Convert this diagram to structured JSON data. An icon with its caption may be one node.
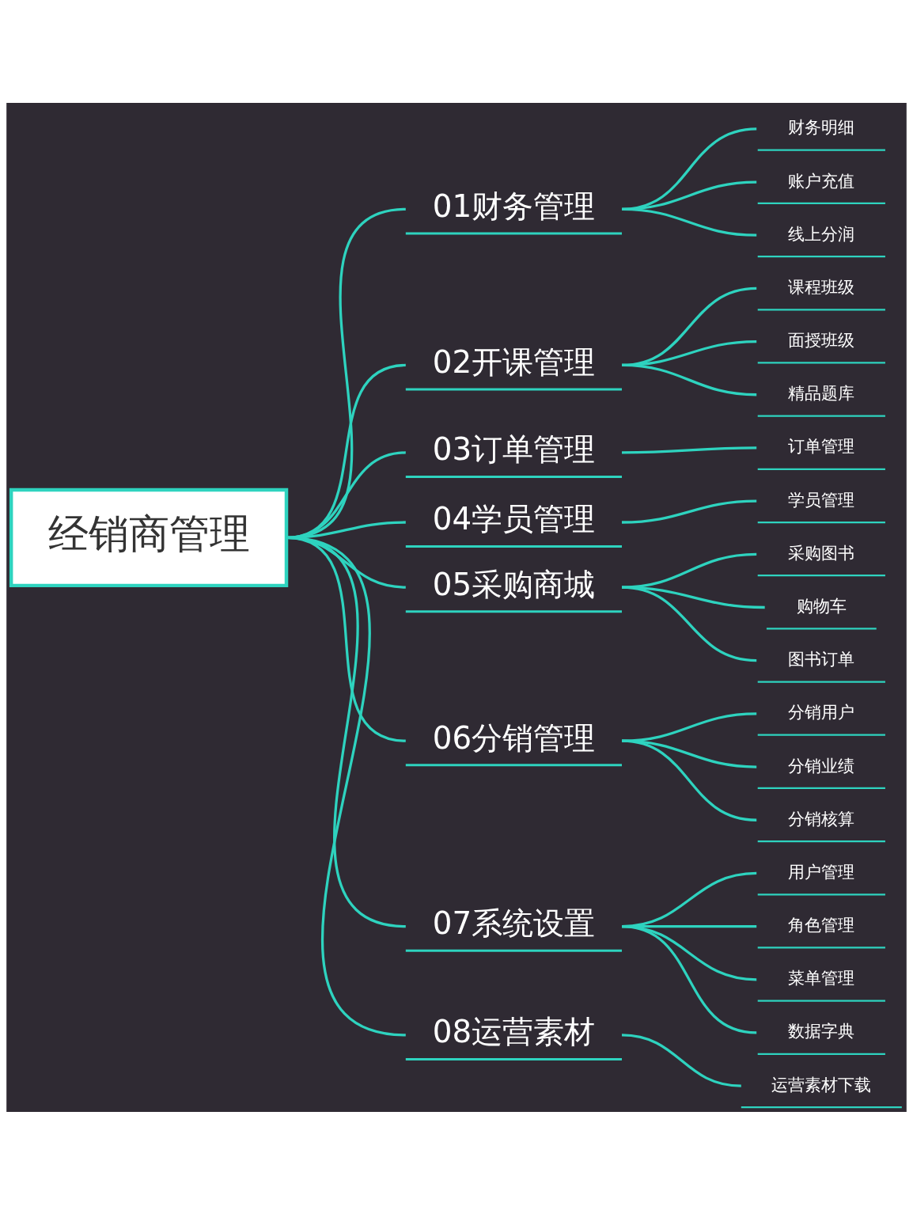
{
  "diagram": {
    "nodes": [
      {
        "text": [
          "经销商管理"
        ]
      },
      {
        "text": [
          "01财务管理"
        ]
      },
      {
        "text": [
          "财务明细"
        ]
      },
      {
        "text": [
          "账户充值"
        ]
      },
      {
        "text": [
          "线上分润"
        ]
      },
      {
        "text": [
          "02开课管理"
        ]
      },
      {
        "text": [
          "课程班级"
        ]
      },
      {
        "text": [
          "面授班级"
        ]
      },
      {
        "text": [
          "精品题库"
        ]
      },
      {
        "text": [
          "03订单管理"
        ]
      },
      {
        "text": [
          "订单管理"
        ]
      },
      {
        "text": [
          "04学员管理"
        ]
      },
      {
        "text": [
          "学员管理"
        ]
      },
      {
        "text": [
          "05采购商城"
        ]
      },
      {
        "text": [
          "采购图书"
        ]
      },
      {
        "text": [
          "购物车"
        ]
      },
      {
        "text": [
          "图书订单"
        ]
      },
      {
        "text": [
          "06分销管理"
        ]
      },
      {
        "text": [
          "分销用户"
        ]
      },
      {
        "text": [
          "分销业绩"
        ]
      },
      {
        "text": [
          "分销核算"
        ]
      },
      {
        "text": [
          "07系统设置"
        ]
      },
      {
        "text": [
          "用户管理"
        ]
      },
      {
        "text": [
          "角色管理"
        ]
      },
      {
        "text": [
          "菜单管理"
        ]
      },
      {
        "text": [
          "数据字典"
        ]
      },
      {
        "text": [
          "08运营素材"
        ]
      },
      {
        "text": [
          "运营素材下载"
        ]
      }
    ],
    "edges": [
      {
        "from": 0,
        "to": 1,
        "arrow": "none"
      },
      {
        "from": 1,
        "to": 2,
        "arrow": "none"
      },
      {
        "from": 1,
        "to": 3,
        "arrow": "none"
      },
      {
        "from": 1,
        "to": 4,
        "arrow": "none"
      },
      {
        "from": 0,
        "to": 5,
        "arrow": "none"
      },
      {
        "from": 5,
        "to": 6,
        "arrow": "none"
      },
      {
        "from": 5,
        "to": 7,
        "arrow": "none"
      },
      {
        "from": 5,
        "to": 8,
        "arrow": "none"
      },
      {
        "from": 0,
        "to": 9,
        "arrow": "none"
      },
      {
        "from": 9,
        "to": 10,
        "arrow": "none"
      },
      {
        "from": 0,
        "to": 11,
        "arrow": "none"
      },
      {
        "from": 11,
        "to": 12,
        "arrow": "none"
      },
      {
        "from": 0,
        "to": 13,
        "arrow": "none"
      },
      {
        "from": 13,
        "to": 14,
        "arrow": "none"
      },
      {
        "from": 13,
        "to": 15,
        "arrow": "none"
      },
      {
        "from": 13,
        "to": 16,
        "arrow": "none"
      },
      {
        "from": 0,
        "to": 17,
        "arrow": "none"
      },
      {
        "from": 17,
        "to": 18,
        "arrow": "none"
      },
      {
        "from": 17,
        "to": 19,
        "arrow": "none"
      },
      {
        "from": 17,
        "to": 20,
        "arrow": "none"
      },
      {
        "from": 0,
        "to": 21,
        "arrow": "none"
      },
      {
        "from": 21,
        "to": 22,
        "arrow": "none"
      },
      {
        "from": 21,
        "to": 23,
        "arrow": "none"
      },
      {
        "from": 21,
        "to": 24,
        "arrow": "none"
      },
      {
        "from": 21,
        "to": 25,
        "arrow": "none"
      },
      {
        "from": 0,
        "to": 26,
        "arrow": "none"
      },
      {
        "from": 26,
        "to": 27,
        "arrow": "none"
      }
    ]
  }
}
